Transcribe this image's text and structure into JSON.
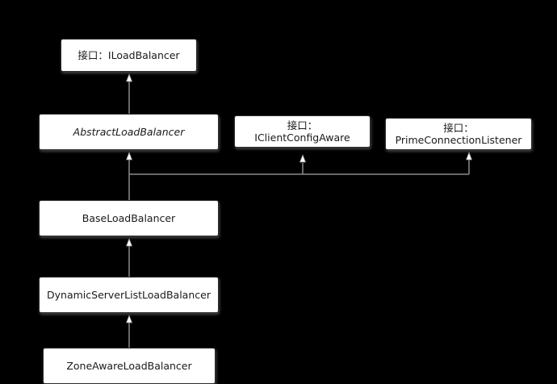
{
  "diagram": {
    "colors": {
      "background": "#000000",
      "box_fill": "#ffffff",
      "box_text": "#1a1a1a",
      "connector": "#8a8a8a",
      "arrowhead": "#ffffff"
    },
    "nodes": {
      "iloadbalancer": {
        "lines": [
          "接口：ILoadBalancer"
        ]
      },
      "abstract": {
        "lines": [
          "AbstractLoadBalancer"
        ],
        "italic": true
      },
      "iclientconfigaware": {
        "lines": [
          "接口：",
          "IClientConfigAware"
        ]
      },
      "primeconnectionlistener": {
        "lines": [
          "接口：",
          "PrimeConnectionListener"
        ]
      },
      "base": {
        "lines": [
          "BaseLoadBalancer"
        ]
      },
      "dynamic": {
        "lines": [
          "DynamicServerListLoadBalancer"
        ]
      },
      "zoneaware": {
        "lines": [
          "ZoneAwareLoadBalancer"
        ]
      }
    }
  }
}
